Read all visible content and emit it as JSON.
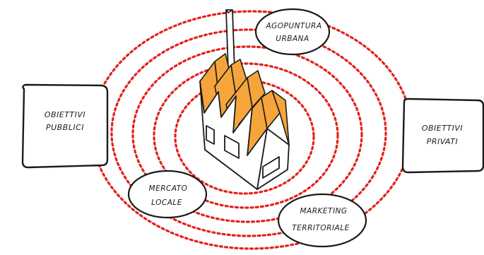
{
  "nodes": {
    "obiettivi_pubblici": [
      "OBIETTIVI",
      "PUBBLICI"
    ],
    "obiettivi_privati": [
      "OBIETTIVI",
      "PRIVATI"
    ],
    "agopuntura_urbana": [
      "AGOPUNTURA",
      "URBANA"
    ],
    "mercato_locale": [
      "MERCATO",
      "LOCALE"
    ],
    "marketing_territoriale": [
      "MARKETING",
      "TERRITORIALE"
    ]
  },
  "colors": {
    "rings": "#e3201b",
    "roof": "#f5a53b",
    "ink": "#1a1a1a"
  },
  "icons": {
    "center": "factory-icon"
  }
}
